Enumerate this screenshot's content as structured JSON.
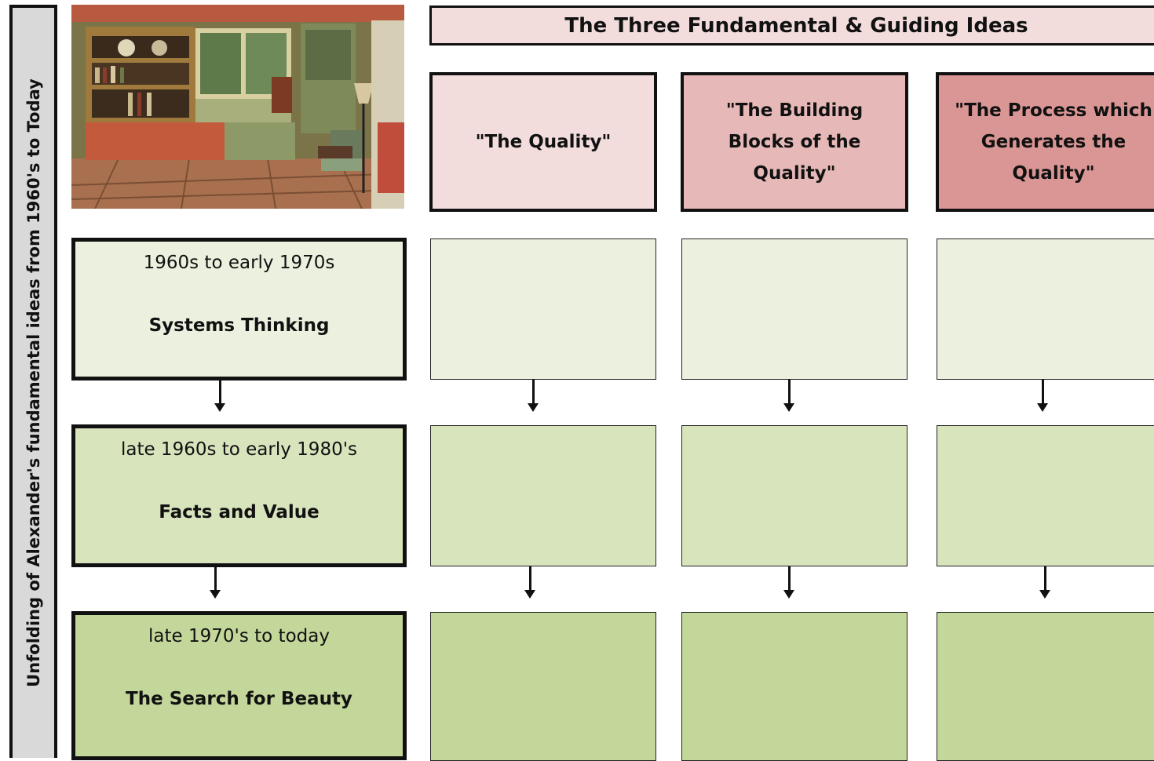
{
  "side_label": "Unfolding of Alexander's fundamental ideas from 1960's to Today",
  "header": "The Three Fundamental & Guiding Ideas",
  "columns": [
    "\"The Quality\"",
    "\"The Building Blocks of the Quality\"",
    "\"The Process which Generates the Quality\""
  ],
  "rows": [
    {
      "period": "1960s to early 1970s",
      "theme": "Systems Thinking"
    },
    {
      "period": "late 1960s to early 1980's",
      "theme": "Facts and Value"
    },
    {
      "period": "late 1970's to today",
      "theme": "The Search for Beauty"
    }
  ],
  "colors": {
    "header_bg": "#f2dcdc",
    "col1_bg": "#f2dcdc",
    "col2_bg": "#e6b9b8",
    "col3_bg": "#da9694",
    "row1_bg": "#ebf1de",
    "row2_bg": "#d8e4bc",
    "row3_bg": "#c4d79b",
    "side_bg": "#d9d9d9"
  }
}
